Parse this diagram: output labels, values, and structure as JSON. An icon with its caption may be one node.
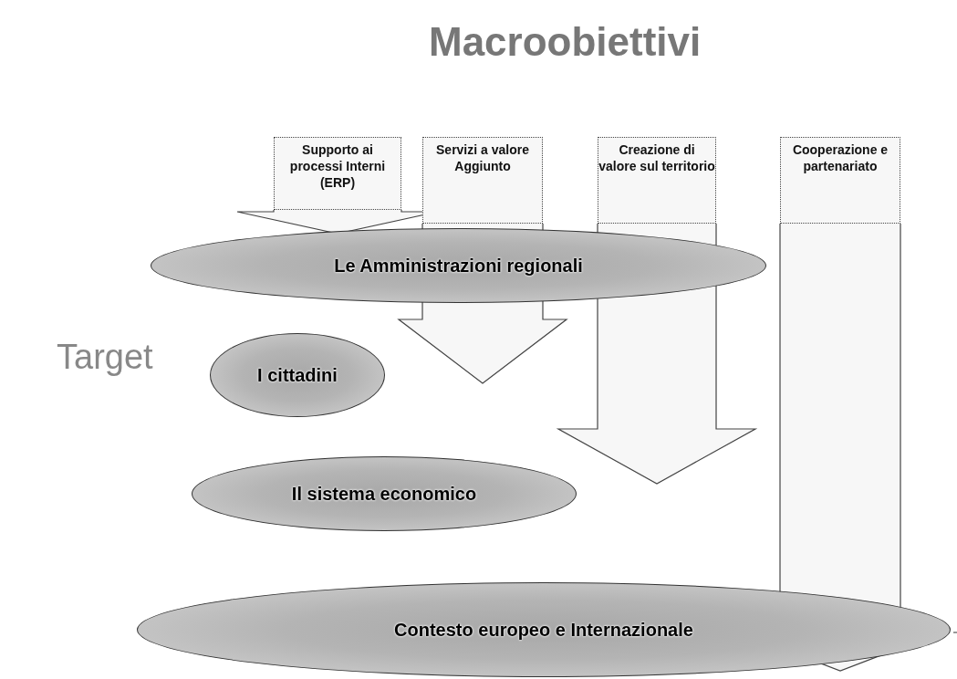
{
  "diagram": {
    "title": "Macroobiettivi",
    "nodes": [
      {
        "text": [
          "Supporto ai processi Interni (ERP)"
        ]
      },
      {
        "text": [
          "Servizi a valore Aggiunto"
        ]
      },
      {
        "text": [
          "Creazione di valore sul territorio"
        ]
      },
      {
        "text": [
          "Cooperazione e partenariato"
        ]
      },
      {
        "text": [
          "Le Amministrazioni regionali"
        ]
      },
      {
        "text": [
          "I cittadini"
        ]
      },
      {
        "text": [
          "Il sistema economico"
        ]
      },
      {
        "text": [
          "Contesto europeo e Internazionale"
        ]
      }
    ],
    "edges": [
      {
        "from": 0,
        "to": 4,
        "arrow": "to",
        "style": "thick"
      },
      {
        "from": 1,
        "to": 5,
        "arrow": "to",
        "style": "thick"
      },
      {
        "from": 2,
        "to": 6,
        "arrow": "to",
        "style": "thick"
      },
      {
        "from": 3,
        "to": 7,
        "arrow": "to",
        "style": "thick"
      }
    ],
    "labels": [
      "Target"
    ]
  }
}
